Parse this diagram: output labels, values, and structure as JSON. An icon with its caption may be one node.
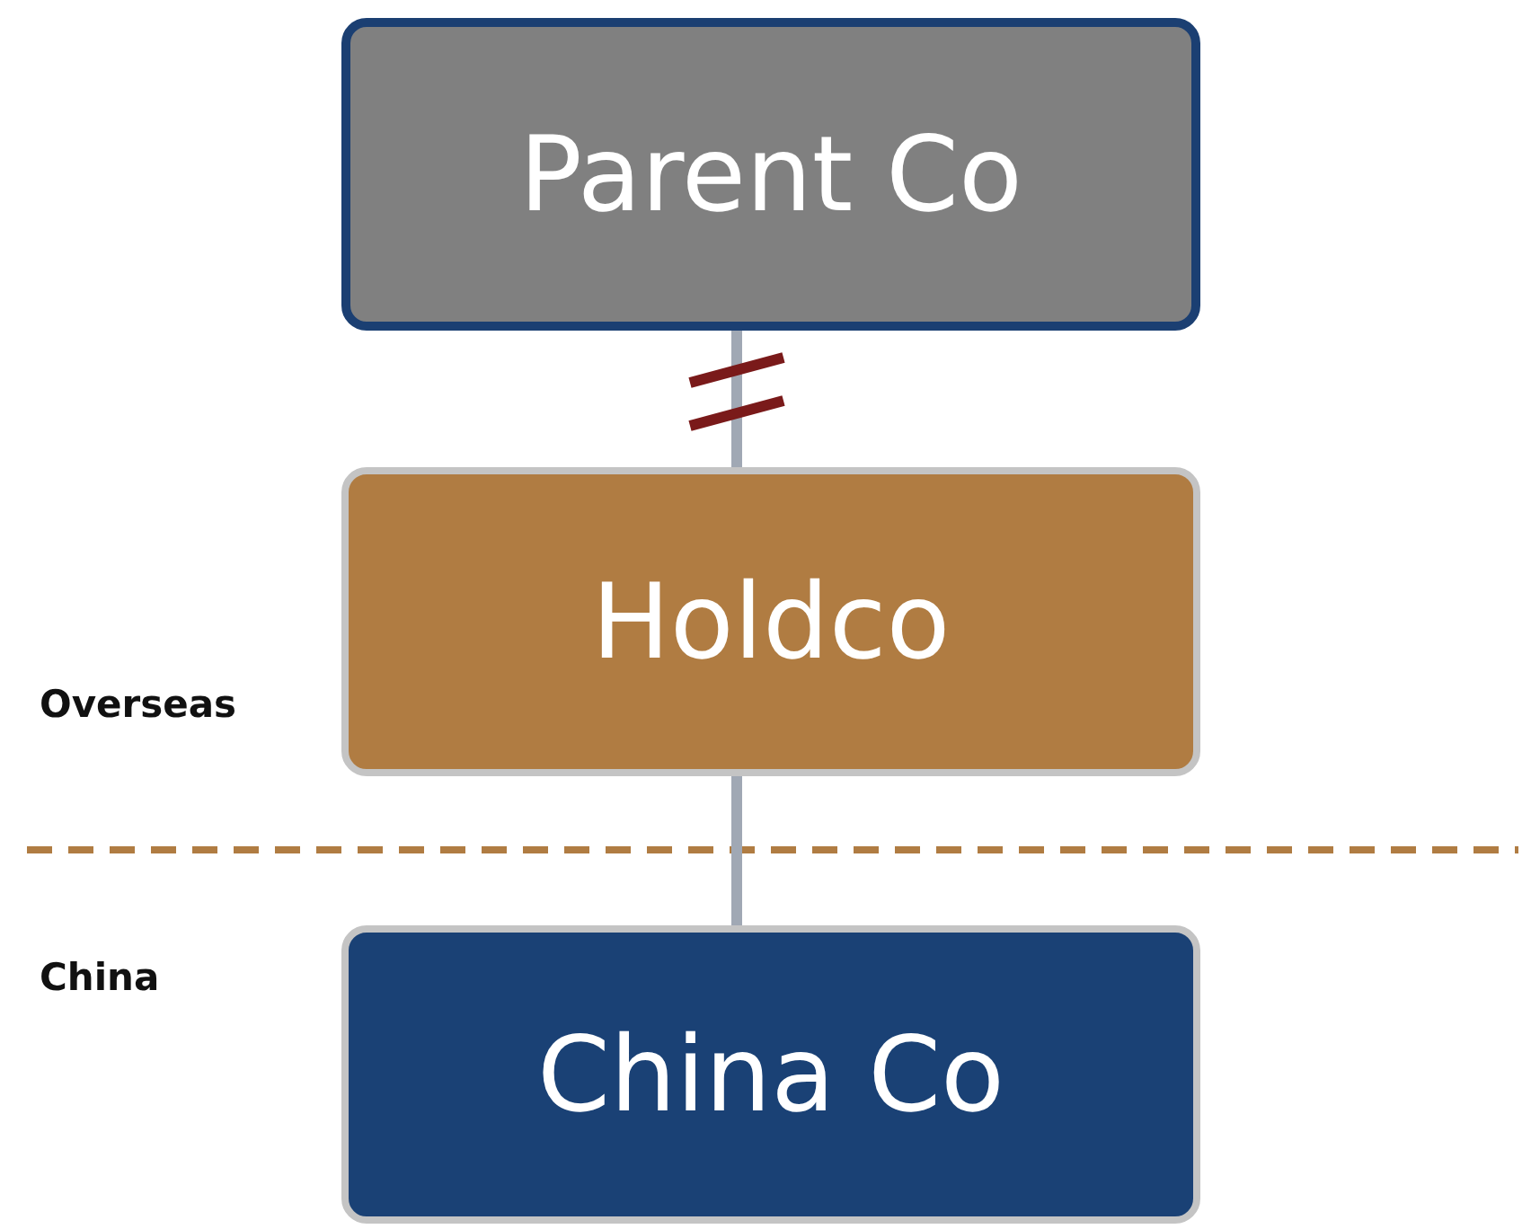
{
  "diagram": {
    "nodes": [
      {
        "text": [
          "Parent Co"
        ]
      },
      {
        "text": [
          "Holdco"
        ]
      },
      {
        "text": [
          "China Co"
        ]
      }
    ],
    "edges": [
      {
        "from": 0,
        "to": 1,
        "arrow": "none"
      },
      {
        "from": 1,
        "to": 2,
        "arrow": "none"
      }
    ],
    "labels": [
      "Overseas",
      "China"
    ]
  }
}
